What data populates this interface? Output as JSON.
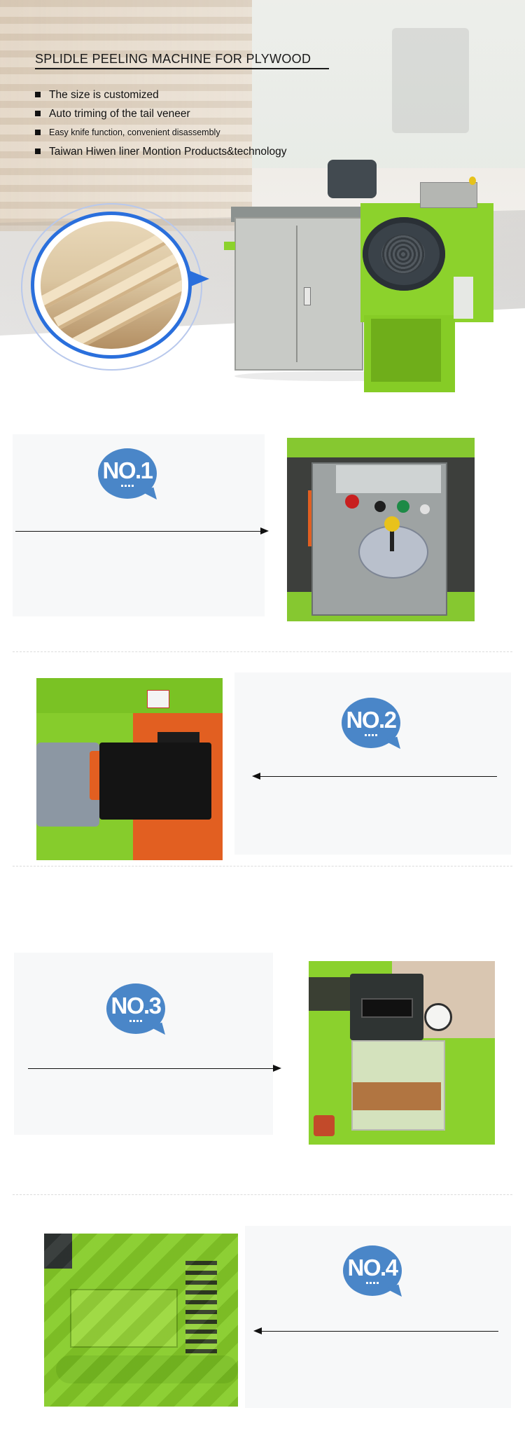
{
  "hero": {
    "title": "SPLIDLE PEELING MACHINE FOR PLYWOOD",
    "features": [
      "The size is customized",
      "Auto triming of the tail veneer",
      "Easy knife function, convenient disassembly",
      "Taiwan Hiwen liner Montion Products&technology"
    ]
  },
  "sections": [
    {
      "badge": "NO.1",
      "arrow_direction": "right"
    },
    {
      "badge": "NO.2",
      "arrow_direction": "left"
    },
    {
      "badge": "NO.3",
      "arrow_direction": "right"
    },
    {
      "badge": "NO.4",
      "arrow_direction": "left"
    }
  ],
  "colors": {
    "badge_blue": "#4a86c8",
    "ring_blue": "#2a6fdc",
    "machine_green": "#8cd22c",
    "accent_orange": "#e25f21"
  }
}
